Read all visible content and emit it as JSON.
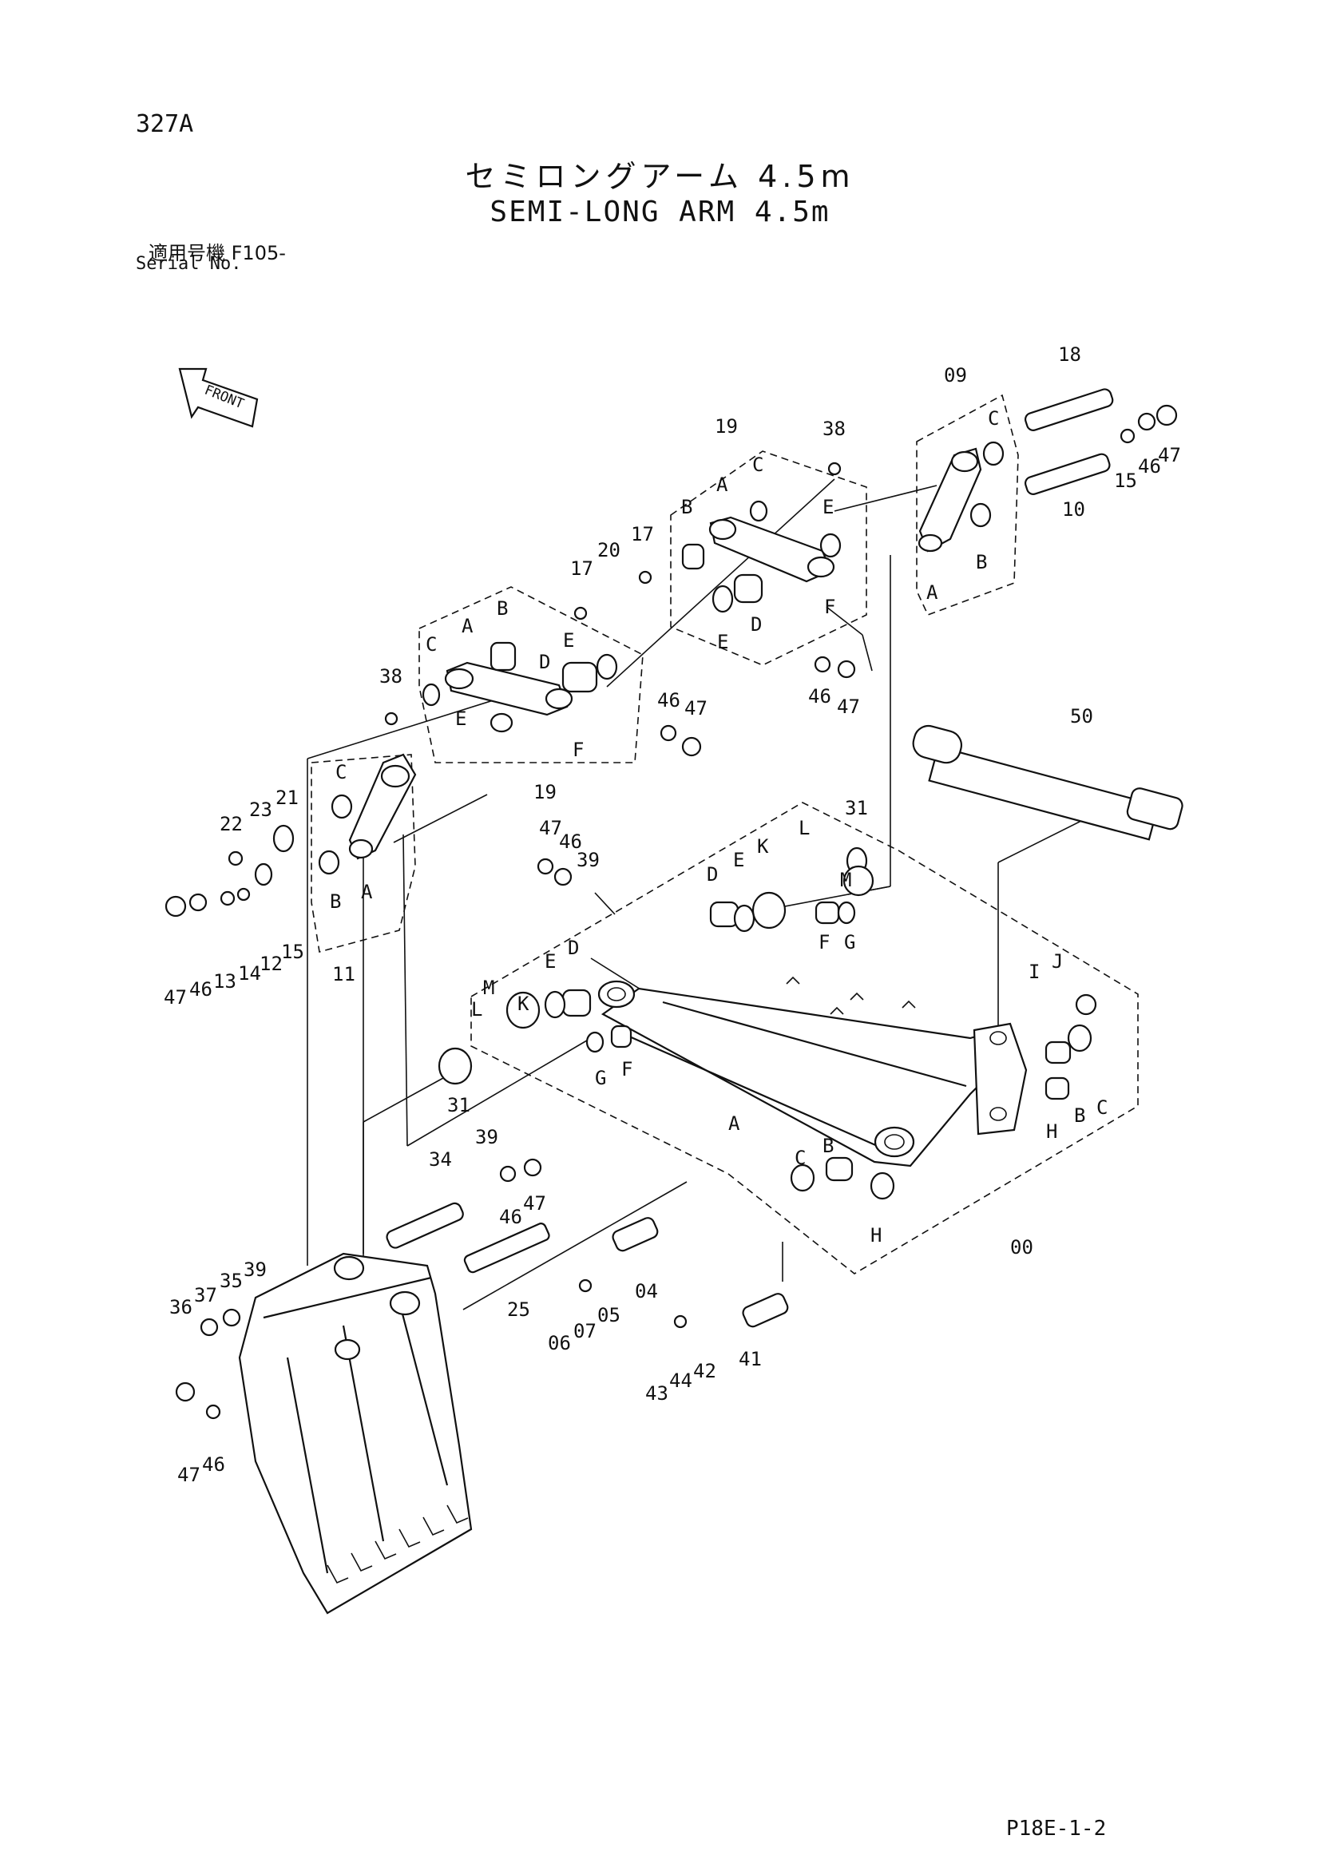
{
  "header": {
    "page_code": "327A",
    "title_jp": "セミロングアーム 4.5m",
    "title_en": "SEMI-LONG ARM 4.5m",
    "serial_jp": "適用号機  F105-",
    "serial_en": "Serial No."
  },
  "front_arrow": "FRONT",
  "callouts": {
    "p18": "18",
    "p09": "09",
    "p10": "10",
    "p15a": "15",
    "p46a": "46",
    "p47a": "47",
    "p19a": "19",
    "p38a": "38",
    "p20": "20",
    "p17a": "17",
    "p17b": "17",
    "p46b": "46",
    "p47b": "47",
    "p38b": "38",
    "p19b": "19",
    "p46c": "46",
    "p47c": "47",
    "p50": "50",
    "p22": "22",
    "p23": "23",
    "p21": "21",
    "p47d": "47",
    "p46d": "46",
    "p13": "13",
    "p14": "14",
    "p12": "12",
    "p15b": "15",
    "p11": "11",
    "p47e": "47",
    "p46e": "46",
    "p39a": "39",
    "p31a": "31",
    "p31b": "31",
    "p00": "00",
    "p34": "34",
    "p39b": "39",
    "p46f": "46",
    "p47f": "47",
    "p25": "25",
    "p04": "04",
    "p05": "05",
    "p06": "06",
    "p07": "07",
    "p36": "36",
    "p37": "37",
    "p35": "35",
    "p39c": "39",
    "p47g": "47",
    "p46g": "46",
    "p43": "43",
    "p44": "44",
    "p42": "42",
    "p41": "41"
  },
  "letters": {
    "A1": "A",
    "B1": "B",
    "C1": "C",
    "E1": "E",
    "D1": "D",
    "F1": "F",
    "E1b": "E",
    "A2": "A",
    "B2": "B",
    "C2": "C",
    "E2": "E",
    "D2": "D",
    "F2": "F",
    "E2b": "E",
    "A3": "A",
    "B3": "B",
    "C3": "C",
    "A4": "A",
    "B4": "B",
    "C4": "C",
    "D5": "D",
    "E5": "E",
    "K5": "K",
    "L5": "L",
    "M5": "M",
    "F5": "F",
    "G5": "G",
    "L6": "L",
    "K6": "K",
    "E6": "E",
    "D6": "D",
    "M6": "M",
    "G6": "G",
    "F6": "F",
    "I7": "I",
    "J7": "J",
    "B7": "B",
    "C7": "C",
    "H7": "H",
    "A8": "A",
    "C8": "C",
    "B8": "B",
    "H8": "H"
  },
  "footer": {
    "code": "P18E-1-2"
  }
}
